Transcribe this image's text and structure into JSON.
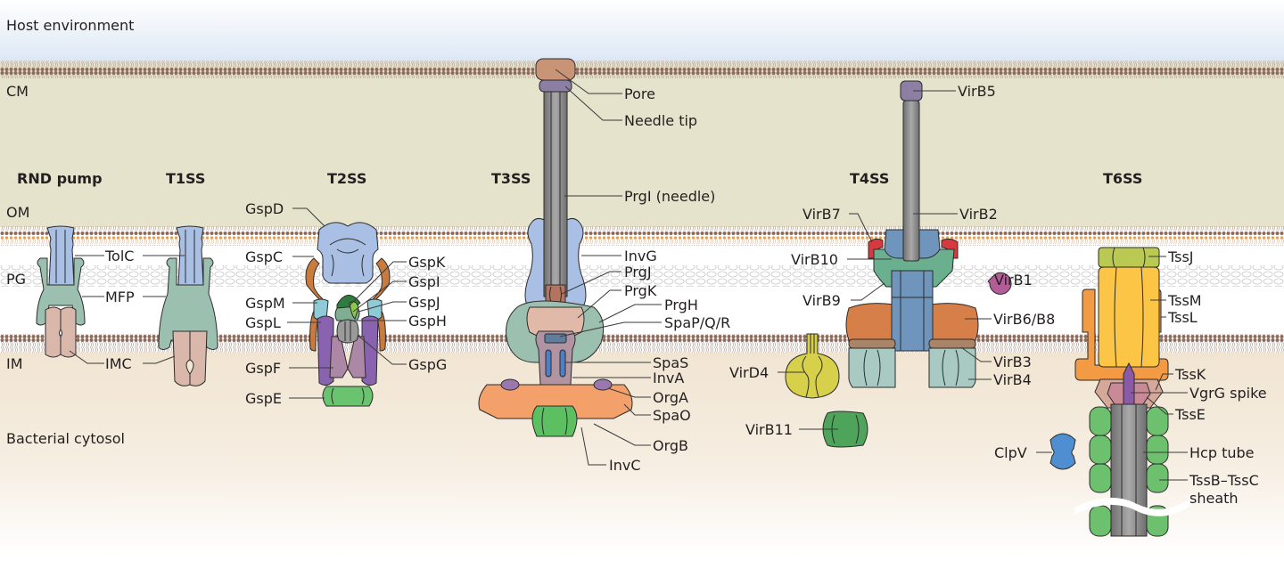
{
  "regions": {
    "host": "Host environment",
    "cm": "CM",
    "om": "OM",
    "pg": "PG",
    "im": "IM",
    "cytosol": "Bacterial cytosol"
  },
  "systems": [
    {
      "id": "rnd",
      "title": "RND pump",
      "labels": [
        "TolC",
        "MFP",
        "IMC"
      ]
    },
    {
      "id": "t1ss",
      "title": "T1SS",
      "labels": [
        "TolC",
        "MFP",
        "IMC"
      ]
    },
    {
      "id": "t2ss",
      "title": "T2SS",
      "labels": [
        "GspD",
        "GspC",
        "GspK",
        "GspI",
        "GspM",
        "GspJ",
        "GspL",
        "GspH",
        "GspG",
        "GspF",
        "GspE"
      ]
    },
    {
      "id": "t3ss",
      "title": "T3SS",
      "labels": [
        "Pore",
        "Needle tip",
        "PrgI (needle)",
        "InvG",
        "PrgJ",
        "PrgK",
        "PrgH",
        "SpaP/Q/R",
        "SpaS",
        "InvA",
        "OrgA",
        "SpaO",
        "OrgB",
        "InvC"
      ]
    },
    {
      "id": "t4ss",
      "title": "T4SS",
      "labels": [
        "VirB5",
        "VirB7",
        "VirB2",
        "VirB10",
        "VirB1",
        "VirB9",
        "VirB6/B8",
        "VirD4",
        "VirB3",
        "VirB4",
        "VirB11"
      ]
    },
    {
      "id": "t6ss",
      "title": "T6SS",
      "labels": [
        "TssJ",
        "TssM",
        "TssL",
        "TssK",
        "VgrG spike",
        "TssE",
        "ClpV",
        "Hcp tube",
        "TssB–TssC",
        "sheath"
      ]
    }
  ],
  "colors": {
    "host_top": "#ffffff",
    "host_bottom": "#dde8f5",
    "cm_region": "#e6e3cc",
    "periplasm": "#ffffff",
    "cytosol_top": "#f2e6d4",
    "lipid_head": "#8c6b5c",
    "om_outer_head": "#ef9a45",
    "tolc": "#a9bfe3",
    "mfp": "#9cc0b0",
    "imc": "#d9b8ab",
    "gspd": "#a9bfe3",
    "gspc": "#c97a3d",
    "gspm": "#8fcbd6",
    "gspl": "#8a63b0",
    "gspk": "#2e7d3e",
    "gspi": "#8cc84b",
    "gsph": "#7fae92",
    "gspg": "#9a9a9a",
    "gspf": "#ad87a6",
    "gspe": "#6ac46f",
    "needle": "#8e8e8e",
    "pore": "#c99376",
    "needle_tip": "#8d7ea3",
    "invg": "#a9bfe3",
    "prgj": "#b57460",
    "prgk": "#e0b9a8",
    "prgh": "#9cc0b0",
    "spaprq": "#5f7e9c",
    "spas": "#4d7fc4",
    "inva": "#b094a2",
    "orga": "#9a78ad",
    "spao": "#f3a06a",
    "invc": "#5cbf62",
    "virb5": "#8d7ea3",
    "virb7": "#d63a3f",
    "virb10": "#6f95bd",
    "virb9": "#6ab08f",
    "virb1": "#b25c98",
    "virb6": "#d67f48",
    "virb3": "#a98466",
    "virb4": "#a8cac3",
    "vird4": "#d6d04a",
    "virb11": "#4fa45c",
    "tssj": "#b9c951",
    "tssm": "#fcc545",
    "tssl": "#f39a45",
    "tssk": "#d6a89a",
    "vgrg": "#8a5aa6",
    "tsse": "#c98a95",
    "clpv": "#4f8fd1",
    "hcp": "#8e8e8e",
    "sheath": "#6cc06e"
  }
}
